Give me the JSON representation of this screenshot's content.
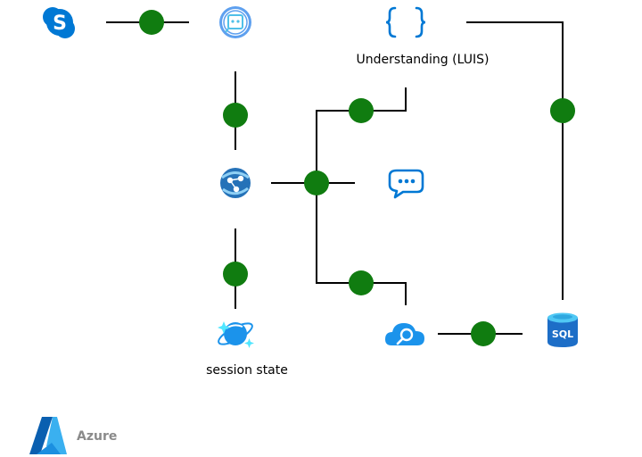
{
  "colors": {
    "connector_dot": "#107c10",
    "line": "#000000",
    "azure_blue": "#0078d4",
    "brand_text": "#8a8a8a"
  },
  "nodes": {
    "skype": {
      "icon": "skype-icon"
    },
    "bot_service": {
      "icon": "bot-service-icon"
    },
    "luis": {
      "icon": "braces-icon",
      "label": "Understanding (LUIS)"
    },
    "web_app": {
      "icon": "app-service-icon"
    },
    "chat": {
      "icon": "chat-bubble-icon"
    },
    "cosmos": {
      "icon": "cosmos-db-icon",
      "label": "session state"
    },
    "search": {
      "icon": "cognitive-search-icon"
    },
    "sql": {
      "icon": "sql-database-icon",
      "text": "SQL"
    }
  },
  "brand": {
    "icon": "azure-logo-icon",
    "label": "Azure"
  }
}
